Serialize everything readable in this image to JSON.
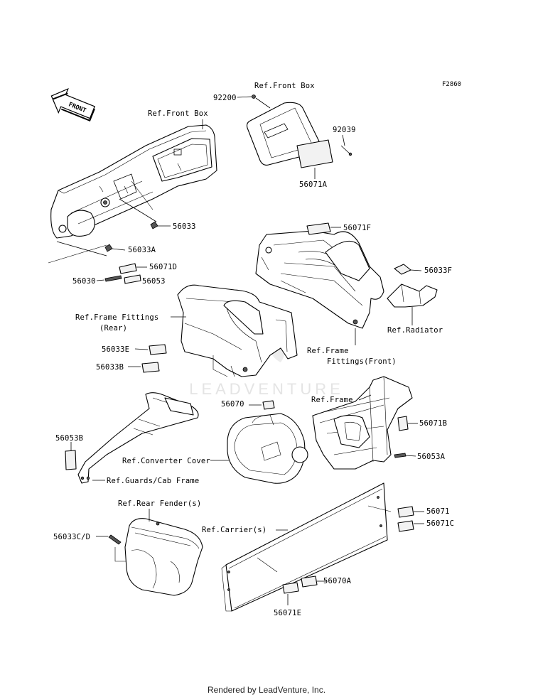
{
  "figure_code": "F2860",
  "front_arrow": "FRONT",
  "watermark": "LEADVENTURE",
  "footer": "Rendered by LeadVenture, Inc.",
  "labels": {
    "ref_front_box_top": "Ref.Front Box",
    "p92200": "92200",
    "p92039": "92039",
    "p56071a": "56071A",
    "ref_front_box_left": "Ref.Front Box",
    "p56033": "56033",
    "p56033a": "56033A",
    "p56071d": "56071D",
    "p56030": "56030",
    "p56053": "56053",
    "p56071f": "56071F",
    "p56033f": "56033F",
    "ref_radiator": "Ref.Radiator",
    "ref_frame_fittings_rear_1": "Ref.Frame Fittings",
    "ref_frame_fittings_rear_2": "(Rear)",
    "p56033e": "56033E",
    "p56033b": "56033B",
    "ref_frame_fittings_front_1": "Ref.Frame",
    "ref_frame_fittings_front_2": "Fittings(Front)",
    "ref_frame": "Ref.Frame",
    "p56070": "56070",
    "p56071b": "56071B",
    "p56053b": "56053B",
    "ref_converter_cover": "Ref.Converter Cover",
    "p56053a": "56053A",
    "ref_guards_cab_frame": "Ref.Guards/Cab Frame",
    "ref_rear_fender": "Ref.Rear Fender(s)",
    "p56071": "56071",
    "p56071c": "56071C",
    "ref_carrier": "Ref.Carrier(s)",
    "p56033cd": "56033C/D",
    "p56070a": "56070A",
    "p56071e": "56071E"
  }
}
